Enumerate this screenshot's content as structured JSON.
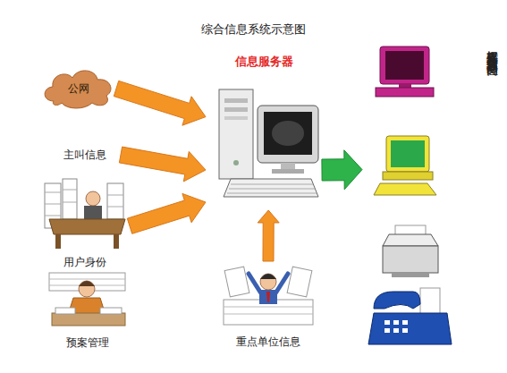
{
  "diagram": {
    "title": "综合信息系统示意图",
    "nodes": [
      {
        "text": [
          "公网"
        ]
      },
      {
        "text": [
          "主叫信息"
        ]
      },
      {
        "text": [
          "用户身份"
        ]
      },
      {
        "text": [
          "预案管理"
        ]
      },
      {
        "text": [
          "信息服务器"
        ]
      },
      {
        "text": [
          "重点单位信息"
        ]
      },
      {
        "text": [
          "根据需要将各种信息分送各部门和岗位"
        ]
      }
    ],
    "edges": [
      {
        "from": 0,
        "to": 4,
        "arrow": "to"
      },
      {
        "from": 1,
        "to": 4,
        "arrow": "to"
      },
      {
        "from": 2,
        "to": 4,
        "arrow": "to"
      },
      {
        "from": 5,
        "to": 4,
        "arrow": "to"
      },
      {
        "from": 4,
        "to": 6,
        "arrow": "to"
      }
    ]
  }
}
